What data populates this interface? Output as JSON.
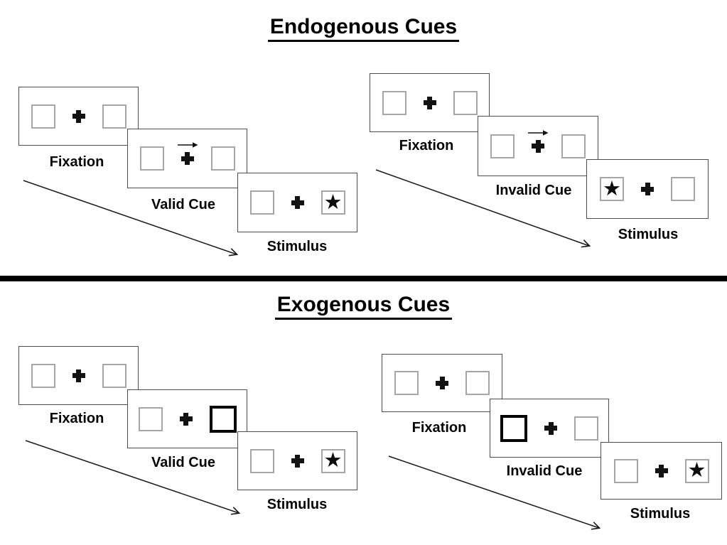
{
  "titles": {
    "endogenous": "Endogenous Cues",
    "exogenous": "Exogenous Cues"
  },
  "colors": {
    "ink": "#000000",
    "panel_border": "#4d4d4d",
    "box_border": "#a6a6a6",
    "cue_box_border": "#000000",
    "background": "#ffffff"
  },
  "icons": {
    "fixation_cross": "+",
    "target_star": "★",
    "endogenous_cue_arrow": "right-arrow",
    "sequence_arrow": "diagonal-down-right-arrow"
  },
  "sections": {
    "endogenous": {
      "valid": {
        "fixation_label": "Fixation",
        "cue_label": "Valid Cue",
        "stimulus_label": "Stimulus",
        "cue_description": "central arrow pointing right",
        "stimulus_side": "right"
      },
      "invalid": {
        "fixation_label": "Fixation",
        "cue_label": "Invalid Cue",
        "stimulus_label": "Stimulus",
        "cue_description": "central arrow pointing right",
        "stimulus_side": "left"
      }
    },
    "exogenous": {
      "valid": {
        "fixation_label": "Fixation",
        "cue_label": "Valid Cue",
        "stimulus_label": "Stimulus",
        "cue_description": "right box highlighted bold",
        "stimulus_side": "right"
      },
      "invalid": {
        "fixation_label": "Fixation",
        "cue_label": "Invalid Cue",
        "stimulus_label": "Stimulus",
        "cue_description": "left box highlighted bold",
        "stimulus_side": "right"
      }
    }
  }
}
